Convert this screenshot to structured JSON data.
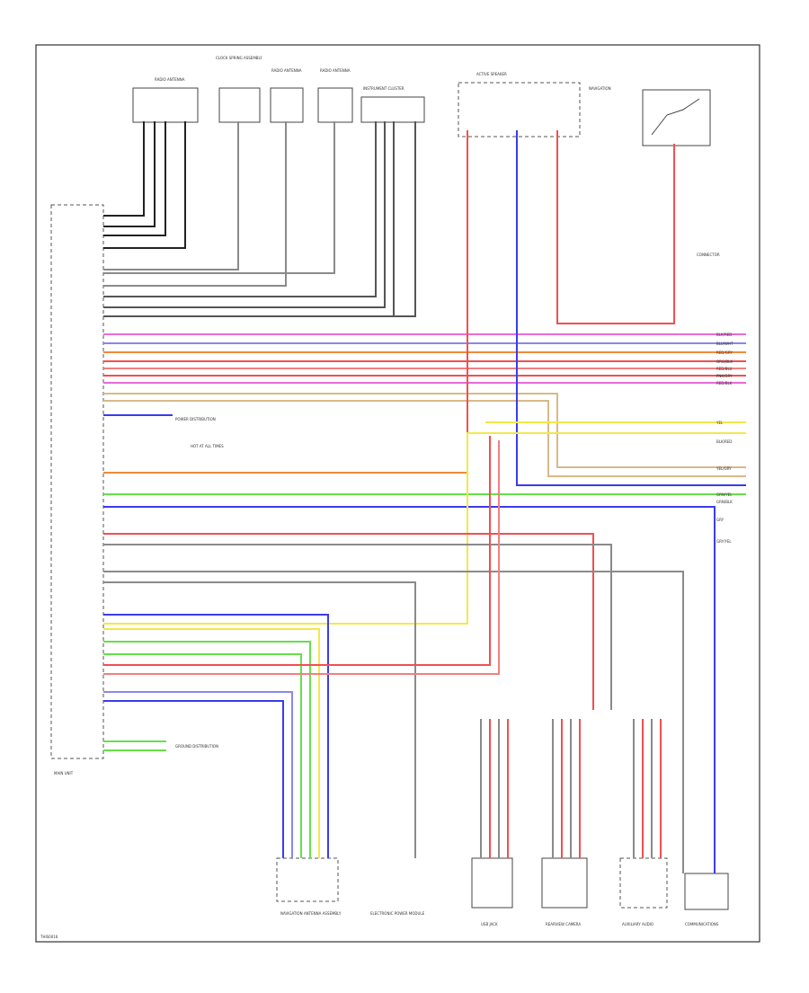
{
  "diagram": {
    "module_label": "MAIN UNIT",
    "figure_code": "THIS0016",
    "colors": {
      "black": "#222222",
      "gray": "#8a8a8a",
      "pink": "#e86bd8",
      "blue": "#3b3bef",
      "light_blue": "#8a86f0",
      "orange": "#f08a3a",
      "red": "#f05050",
      "salmon": "#f08080",
      "tan": "#d8b98a",
      "yellow": "#f2e84a",
      "green": "#66e04a",
      "purple": "#7a3aa8",
      "dark_gray": "#555555"
    },
    "top_components": [
      {
        "label": "RADIO ANTENNA"
      },
      {
        "label": "CLOCK SPRING ASSEMBLY"
      },
      {
        "label": "RADIO ANTENNA"
      },
      {
        "label": "RADIO ANTENNA"
      },
      {
        "label": "INSTRUMENT CLUSTER"
      },
      {
        "label": "ACTIVE SPEAKER"
      },
      {
        "label": "NAVIGATION"
      }
    ],
    "bottom_components": [
      {
        "label": "NAVIGATION ANTENNA ASSEMBLY"
      },
      {
        "label": "ELECTRONIC POWER MODULE"
      },
      {
        "label": "USB JACK"
      },
      {
        "label": "REARVIEW CAMERA"
      },
      {
        "label": "AUXILIARY AUDIO"
      },
      {
        "label": "COMMUNICATIONS"
      }
    ],
    "right_labels": [
      {
        "label": "BLK/RED"
      },
      {
        "label": "BLU/WHT"
      },
      {
        "label": "RED/GRY"
      },
      {
        "label": "ORG/BLK"
      },
      {
        "label": "RED/BLU"
      },
      {
        "label": "PNK/GRY"
      },
      {
        "label": "RED/BLK"
      },
      {
        "label": "YEL"
      },
      {
        "label": "BLK/RED"
      },
      {
        "label": "GRN/YEL"
      },
      {
        "label": "GRN/BLK"
      },
      {
        "label": "YEL/GRY"
      },
      {
        "label": "GRY"
      },
      {
        "label": "GRY/YEL"
      }
    ],
    "side_notes": [
      {
        "label": "POWER DISTRIBUTION"
      },
      {
        "label": "HOT AT ALL TIMES"
      },
      {
        "label": "CONNECTOR"
      },
      {
        "label": "GROUND DISTRIBUTION"
      }
    ]
  }
}
